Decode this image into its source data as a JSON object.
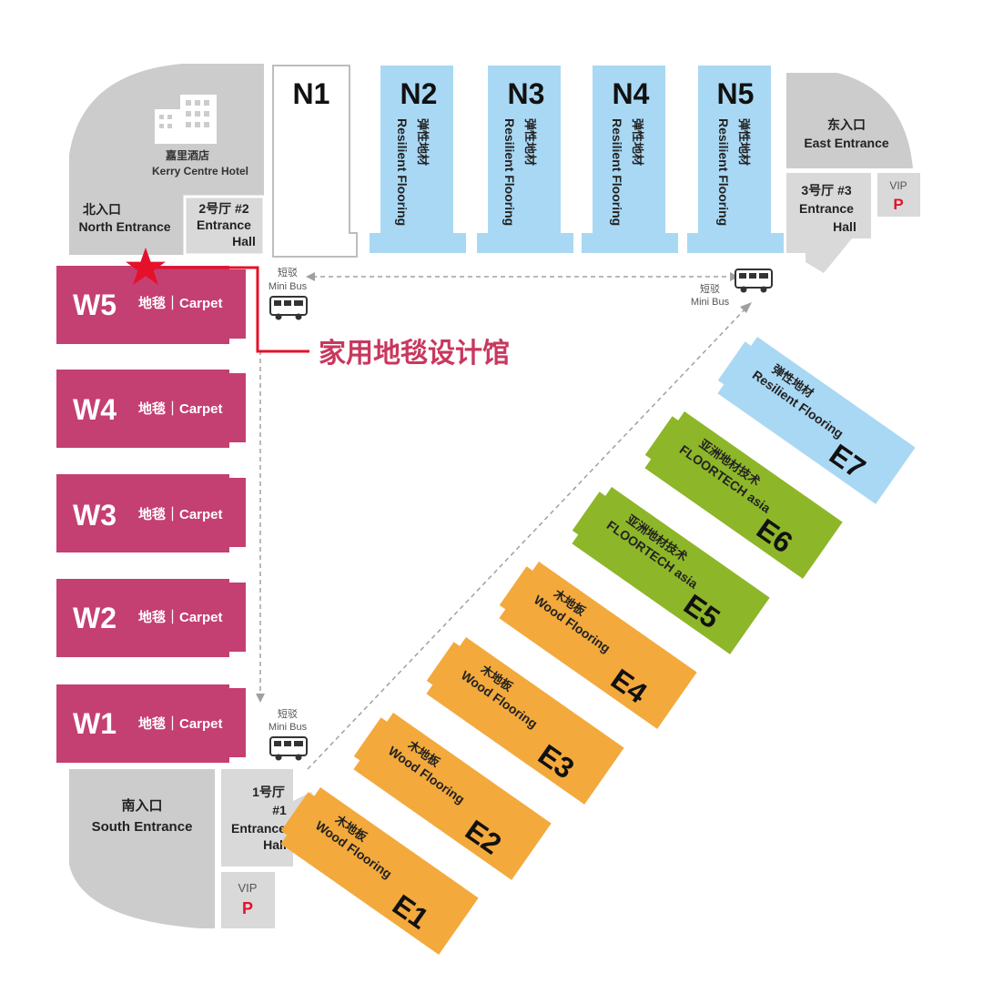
{
  "colors": {
    "west": "#c43f72",
    "north_resilient": "#a9d8f4",
    "gray": "#cccccc",
    "light_gray": "#d9d9d9",
    "wood": "#f3a93c",
    "floortech": "#8db629",
    "marker": "#e5102a",
    "label_red": "#c8385e",
    "vip_red": "#e5102a"
  },
  "north_entrance": {
    "zh": "北入口",
    "en": "North Entrance"
  },
  "hotel": {
    "zh": "嘉里酒店",
    "en": "Kerry Centre Hotel",
    "icon": "building-icon"
  },
  "entrance_hall_2": {
    "line1": "2号厅 #2",
    "line2": "Entrance",
    "line3": "Hall"
  },
  "east_entrance": {
    "zh": "东入口",
    "en": "East Entrance"
  },
  "entrance_hall_3": {
    "line1": "3号厅 #3",
    "line2": "Entrance",
    "line3": "Hall"
  },
  "south_entrance": {
    "zh": "南入口",
    "en": "South Entrance"
  },
  "entrance_hall_1": {
    "line1": "1号厅",
    "line2": "#1",
    "line3": "Entrance",
    "line4": "Hall"
  },
  "vip_top": {
    "label": "VIP",
    "parking": "P"
  },
  "vip_bottom": {
    "label": "VIP",
    "parking": "P"
  },
  "north_halls": [
    {
      "name": "N1",
      "zh": "",
      "en": ""
    },
    {
      "name": "N2",
      "zh": "弹性地材",
      "en": "Resilient Flooring"
    },
    {
      "name": "N3",
      "zh": "弹性地材",
      "en": "Resilient Flooring"
    },
    {
      "name": "N4",
      "zh": "弹性地材",
      "en": "Resilient Flooring"
    },
    {
      "name": "N5",
      "zh": "弹性地材",
      "en": "Resilient Flooring"
    }
  ],
  "west_halls": [
    {
      "name": "W5",
      "label": "地毯｜Carpet"
    },
    {
      "name": "W4",
      "label": "地毯｜Carpet"
    },
    {
      "name": "W3",
      "label": "地毯｜Carpet"
    },
    {
      "name": "W2",
      "label": "地毯｜Carpet"
    },
    {
      "name": "W1",
      "label": "地毯｜Carpet"
    }
  ],
  "east_halls": [
    {
      "name": "E1",
      "zh": "木地板",
      "en": "Wood Flooring",
      "category": "wood"
    },
    {
      "name": "E2",
      "zh": "木地板",
      "en": "Wood Flooring",
      "category": "wood"
    },
    {
      "name": "E3",
      "zh": "木地板",
      "en": "Wood Flooring",
      "category": "wood"
    },
    {
      "name": "E4",
      "zh": "木地板",
      "en": "Wood Flooring",
      "category": "wood"
    },
    {
      "name": "E5",
      "zh": "亚洲地材技术",
      "en": "FLOORTECH asia",
      "category": "floortech"
    },
    {
      "name": "E6",
      "zh": "亚洲地材技术",
      "en": "FLOORTECH asia",
      "category": "floortech"
    },
    {
      "name": "E7",
      "zh": "弹性地材",
      "en": "Resilient Flooring",
      "category": "resilient"
    }
  ],
  "minibus": {
    "zh": "短驳",
    "en": "Mini Bus",
    "icon": "bus-icon"
  },
  "highlight": {
    "label": "家用地毯设计馆",
    "marker_icon": "star-icon"
  }
}
